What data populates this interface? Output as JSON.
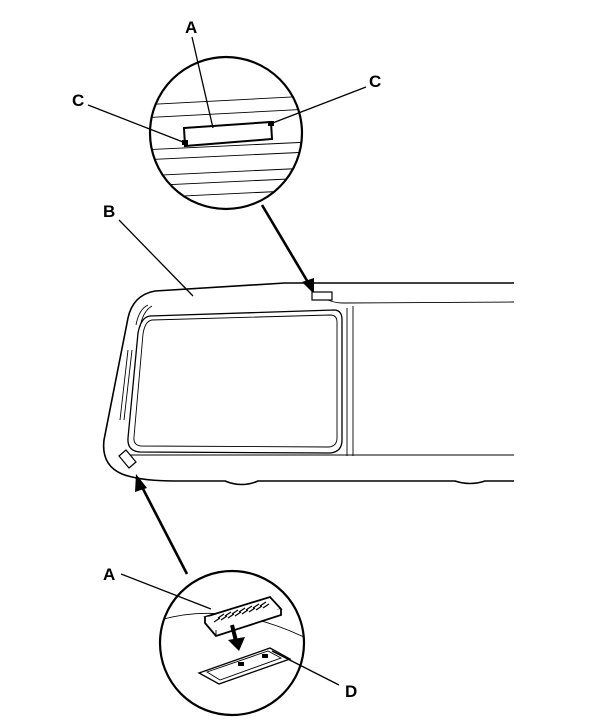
{
  "labels": {
    "a_top": "A",
    "c_left": "C",
    "c_right": "C",
    "b": "B",
    "a_bottom": "A",
    "d": "D"
  }
}
